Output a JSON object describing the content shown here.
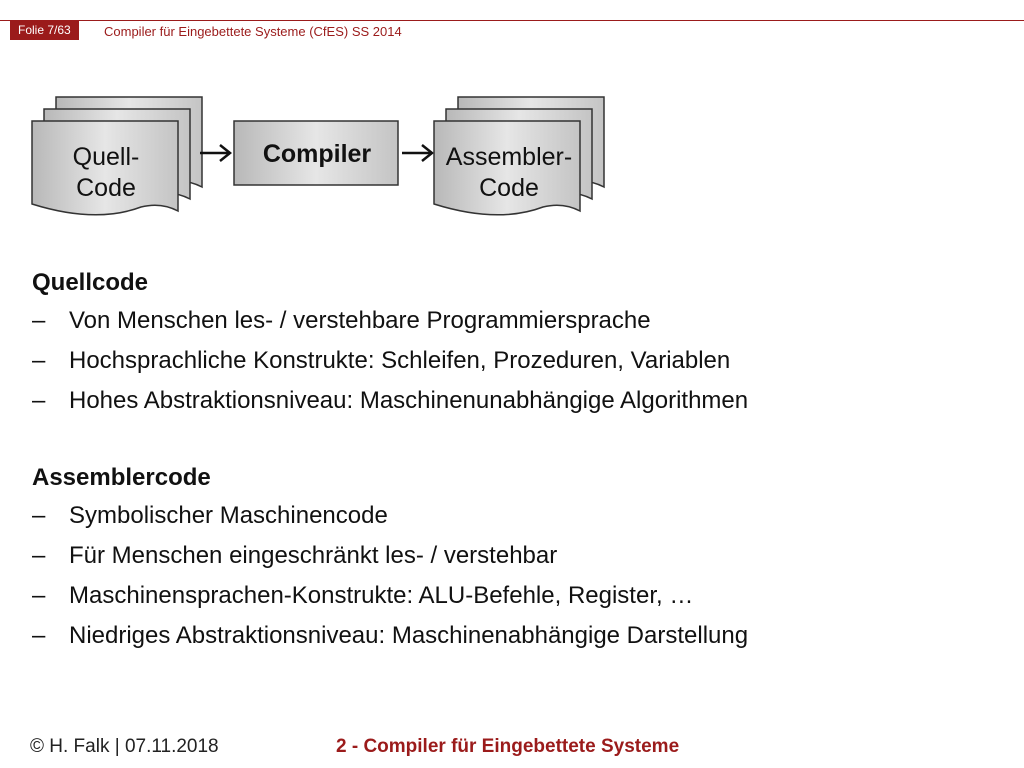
{
  "header": {
    "folio": "Folie 7/63",
    "course": "Compiler für Eingebettete Systeme (CfES) SS 2014"
  },
  "diagram": {
    "source_line1": "Quell-",
    "source_line2": "Code",
    "compiler": "Compiler",
    "target_line1": "Assembler-",
    "target_line2": "Code"
  },
  "sections": [
    {
      "title": "Quellcode",
      "items": [
        "Von Menschen les- / verstehbare Programmiersprache",
        "Hochsprachliche Konstrukte: Schleifen, Prozeduren, Variablen",
        "Hohes Abstraktionsniveau: Maschinenunabhängige Algorithmen"
      ]
    },
    {
      "title": "Assemblercode",
      "items": [
        "Symbolischer Maschinencode",
        "Für Menschen eingeschränkt les- / verstehbar",
        "Maschinensprachen-Konstrukte: ALU-Befehle, Register, …",
        "Niedriges Abstraktionsniveau: Maschinenabhängige Darstellung"
      ]
    }
  ],
  "bullet_marker": "–",
  "footer": {
    "author": "© H. Falk | 07.11.2018",
    "lecture": "2 - Compiler für Eingebettete Systeme"
  },
  "colors": {
    "accent": "#9b1b1b",
    "doc_fill": "#d4d4d4",
    "doc_stroke": "#333333"
  }
}
